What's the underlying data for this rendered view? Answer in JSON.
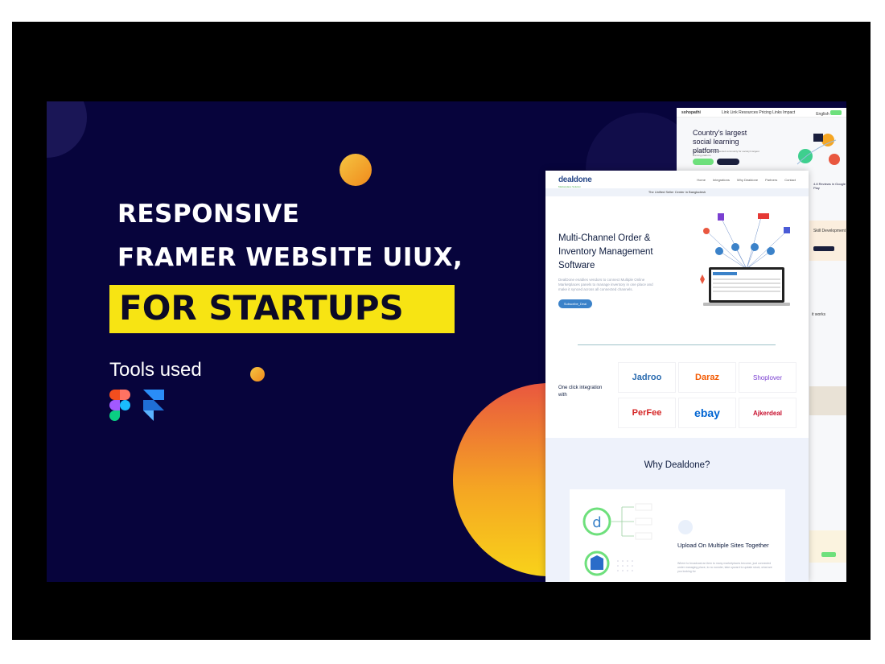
{
  "banner": {
    "title_line_1": "RESPONSIVE",
    "title_line_2": "FRAMER WEBSITE UIUX,",
    "highlight": "FOR STARTUPS",
    "tools_label": "Tools used",
    "tool_icons": [
      "figma-icon",
      "framer-icon"
    ],
    "colors": {
      "background": "#07043c",
      "highlight": "#f7e413",
      "accent_orange": "#f08a1c"
    }
  },
  "mock_back": {
    "logo": "sohopathi",
    "nav_links": [
      "Link",
      "Link",
      "Resources",
      "Pricing",
      "Links Impact"
    ],
    "language": "English",
    "hero_title": "Country's largest social learning platform",
    "hero_sub": "Learn with the best, connected community for society's largest learning platform.",
    "rating": "4.8 Reviews in Google Play",
    "card1_title": "Skill Development",
    "works_label": "it works"
  },
  "mock_front": {
    "logo": "dealdone",
    "logo_sub": "Marketplace Solution",
    "nav_links": [
      "Home",
      "Integrations",
      "Why Dealdone",
      "Partners",
      "Contact"
    ],
    "strip": "The Unified Seller Center in Bangladesh",
    "hero_title": "Multi-Channel Order & Inventory Management Software",
    "hero_sub": "DealDone enables vendors to connect Multiple Online Marketplaces panels to manage inventory in one place and make it synced across all connected channels.",
    "hero_button": "Subscribe_Deal",
    "one_click": "One click integration with",
    "marketplaces": [
      "Jadroo",
      "Daraz",
      "Shoplover",
      "PerFee",
      "ebay",
      "Ajkerdeal"
    ],
    "why_title": "Why Dealdone?",
    "why_card_title": "Upload On Multiple Sites Together",
    "why_card_text": "Where to broadcast an item to many marketplaces become, just connected under managing place, to no wonder, take upward to update stock, what are you looking for"
  }
}
